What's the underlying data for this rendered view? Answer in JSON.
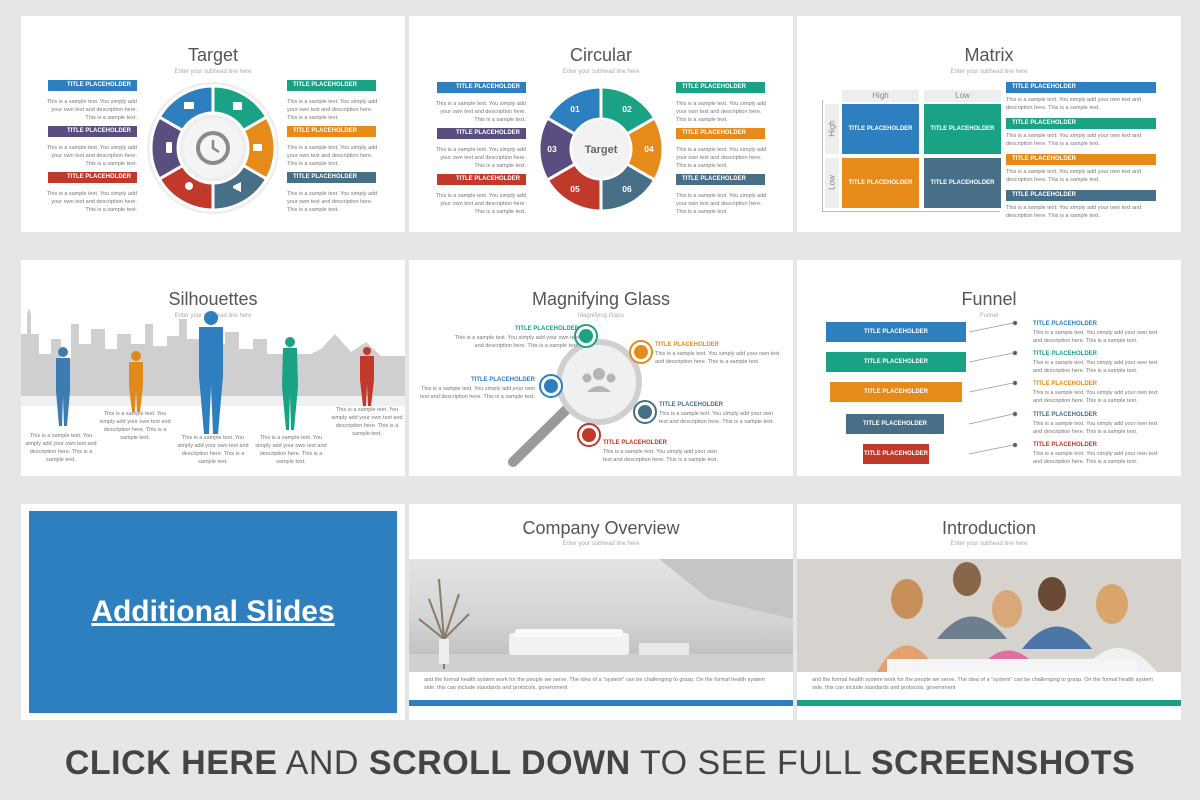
{
  "common": {
    "title_placeholder": "TITLE PLACEHOLDER",
    "subhead": "Enter your subhead line here",
    "sample_text": "This is a sample text. You simply add your own text and description here. This is a sample text."
  },
  "slides": {
    "target": {
      "title": "Target",
      "subtitle": "Enter your subhead line here"
    },
    "circular": {
      "title": "Circular",
      "subtitle": "Enter your subhead line here",
      "center_label": "Target",
      "segments": [
        "01",
        "02",
        "03",
        "04",
        "05",
        "06"
      ]
    },
    "matrix": {
      "title": "Matrix",
      "subtitle": "Enter your subhead line here",
      "col_high": "High",
      "col_low": "Low",
      "row_high": "High",
      "row_low": "Low"
    },
    "silhouettes": {
      "title": "Silhouettes",
      "subtitle": "Enter your subhead line here"
    },
    "magnifying": {
      "title": "Magnifying Glass",
      "subtitle": "Magnifying Glass"
    },
    "funnel": {
      "title": "Funnel",
      "subtitle": "Funnel"
    },
    "additional": {
      "title": "Additional Slides"
    },
    "company": {
      "title": "Company Overview",
      "subtitle": "Enter your subhead line here",
      "caption": "and the formal health system work for the people we serve. The idea of a \"system\" can be challenging to grasp. On the formal health system side, this can include standards and protocols, government"
    },
    "intro": {
      "title": "Introduction",
      "subtitle": "Enter your subhead line here",
      "caption": "and the formal health system work for the people we serve. The idea of a \"system\" can be challenging to grasp. On the formal health system side, this can include standards and protocols, government"
    }
  },
  "banner": {
    "part1": "CLICK HERE",
    "part2": " AND ",
    "part3": "SCROLL DOWN",
    "part4": " TO SEE FULL ",
    "part5": "SCREENSHOTS"
  },
  "colors": {
    "blue": "#2e7fbf",
    "green": "#1aa285",
    "orange": "#e68a1a",
    "slate": "#476f88",
    "purple": "#5a4e80",
    "red": "#c0392b"
  },
  "icons": [
    "monitor-icon",
    "calendar-icon",
    "chart-icon",
    "megaphone-icon",
    "people-icon",
    "phone-icon",
    "clock-icon",
    "magnifier-icon",
    "person-silhouette-icon",
    "city-skyline-icon"
  ]
}
